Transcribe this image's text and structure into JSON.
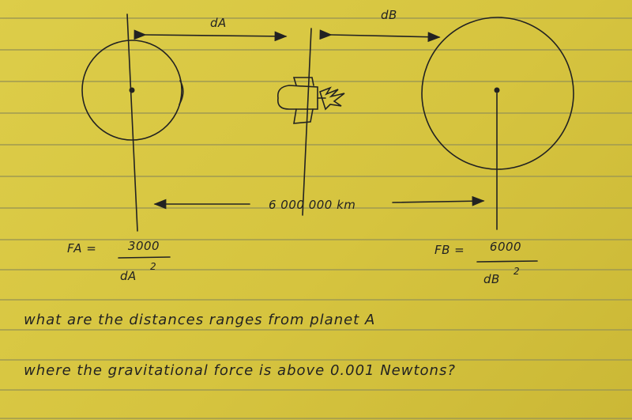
{
  "labels": {
    "da": "dA",
    "db": "dB",
    "total_distance": "6 000 000 km"
  },
  "formulas": {
    "fa": {
      "lhs": "FA =",
      "numerator": "3000",
      "denominator": "dA",
      "exponent": "2"
    },
    "fb": {
      "lhs": "FB =",
      "numerator": "6000",
      "denominator": "dB",
      "exponent": "2"
    }
  },
  "question": {
    "line1": "what are the distances ranges from planet A",
    "line2": "where the gravitational force is above 0.001 Newtons?"
  },
  "colors": {
    "paper": "#d8c743",
    "rule_line": "#9f9a52",
    "ink": "#222222"
  }
}
